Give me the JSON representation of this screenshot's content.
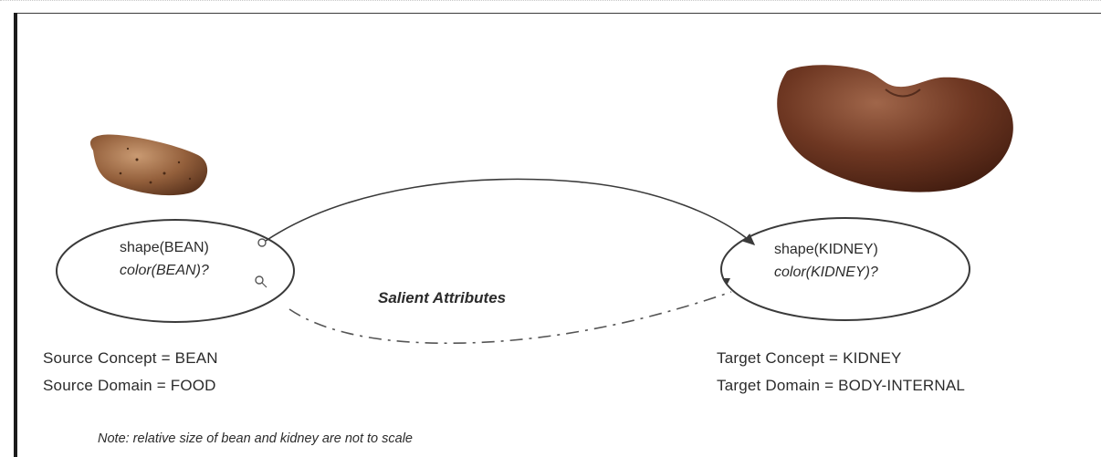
{
  "source": {
    "attribute_shape": "shape(BEAN)",
    "attribute_color": "color(BEAN)?",
    "concept_line": "Source Concept = BEAN",
    "domain_line": "Source Domain = FOOD"
  },
  "target": {
    "attribute_shape": "shape(KIDNEY)",
    "attribute_color": "color(KIDNEY)?",
    "concept_line": "Target Concept = KIDNEY",
    "domain_line": "Target Domain = BODY-INTERNAL"
  },
  "salient_label": "Salient Attributes",
  "note": "Note: relative size of bean and kidney are not to scale",
  "colors": {
    "bean": "#8a5a3a",
    "kidney": "#5e2e1c",
    "line": "#3a3a3a"
  }
}
